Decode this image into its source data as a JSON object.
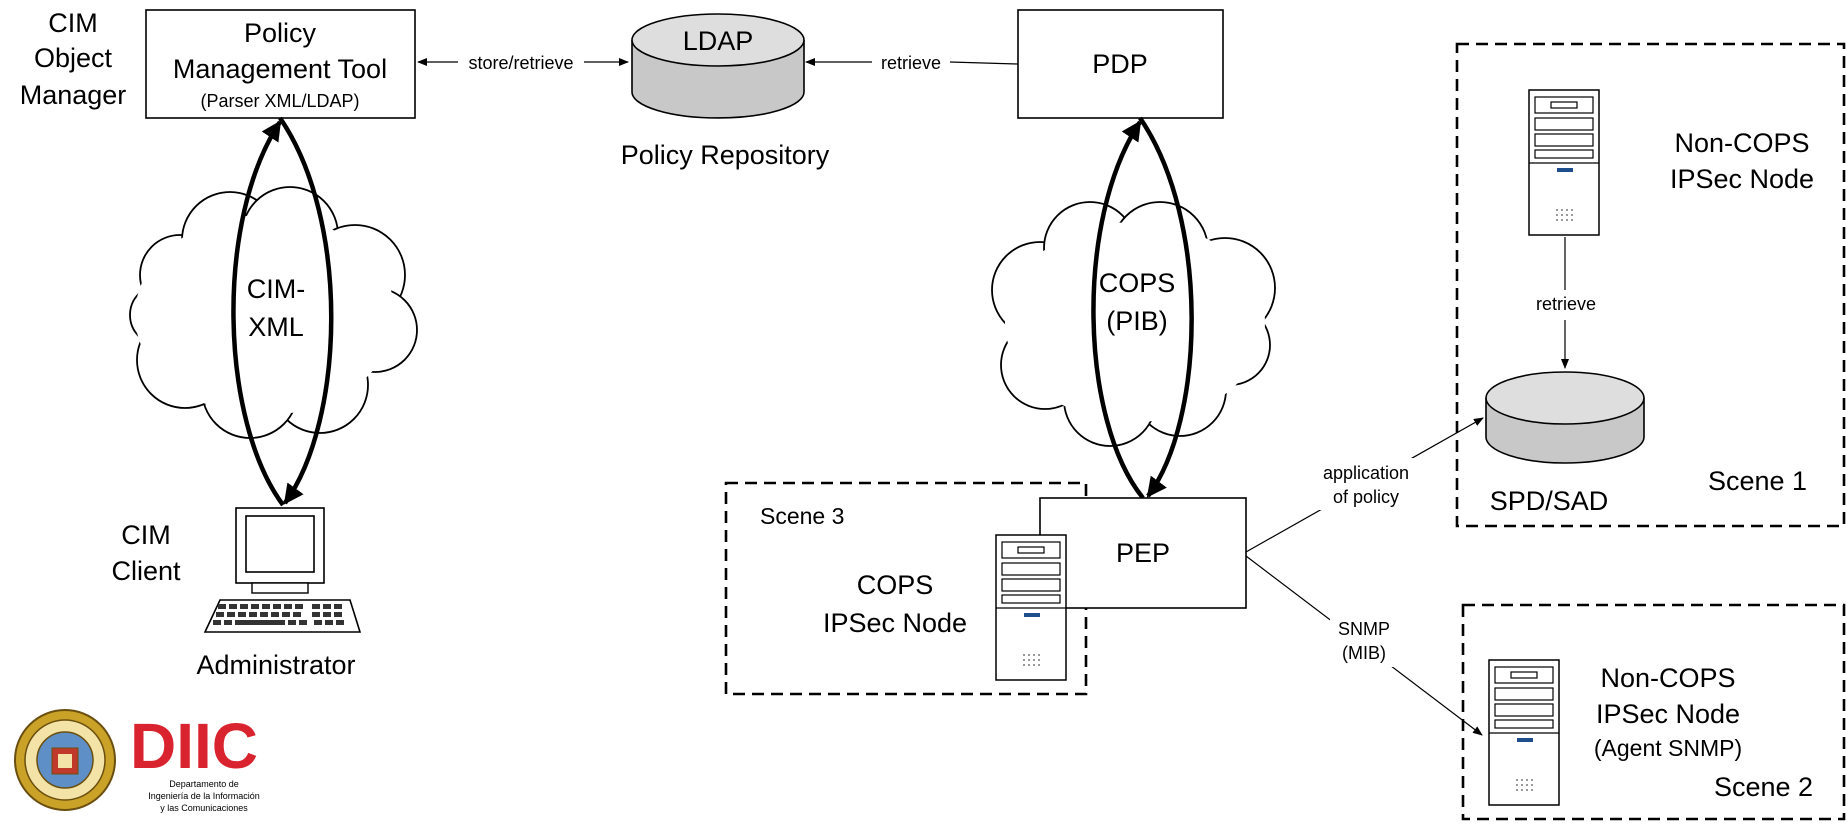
{
  "cim_object_manager": [
    "CIM",
    "Object",
    "Manager"
  ],
  "policy_tool": {
    "line1": "Policy",
    "line2": "Management Tool",
    "line3": "(Parser XML/LDAP)"
  },
  "store_retrieve": "store/retrieve",
  "ldap": "LDAP",
  "retrieve_top": "retrieve",
  "policy_repository": "Policy Repository",
  "pdp": "PDP",
  "cim_xml": [
    "CIM-",
    "XML"
  ],
  "cops_pib": [
    "COPS",
    "(PIB)"
  ],
  "cim_client": [
    "CIM",
    "Client"
  ],
  "administrator": "Administrator",
  "scene3": {
    "label": "Scene 3",
    "node": [
      "COPS",
      "IPSec Node"
    ]
  },
  "pep": "PEP",
  "application_of_policy": [
    "application",
    "of policy"
  ],
  "snmp_mib": [
    "SNMP",
    "(MIB)"
  ],
  "scene1": {
    "label": "Scene 1",
    "node": [
      "Non-COPS",
      "IPSec Node"
    ],
    "retrieve": "retrieve",
    "db": "SPD/SAD"
  },
  "scene2": {
    "label": "Scene 2",
    "node": [
      "Non-COPS",
      "IPSec Node",
      "(Agent SNMP)"
    ]
  },
  "logo": {
    "brand": "DIIC",
    "caption": [
      "Departamento de",
      "Ingeniería de la Información",
      "y las Comunicaciones"
    ],
    "brand_color": "#d9232e",
    "seal_color": "#c9a227"
  }
}
